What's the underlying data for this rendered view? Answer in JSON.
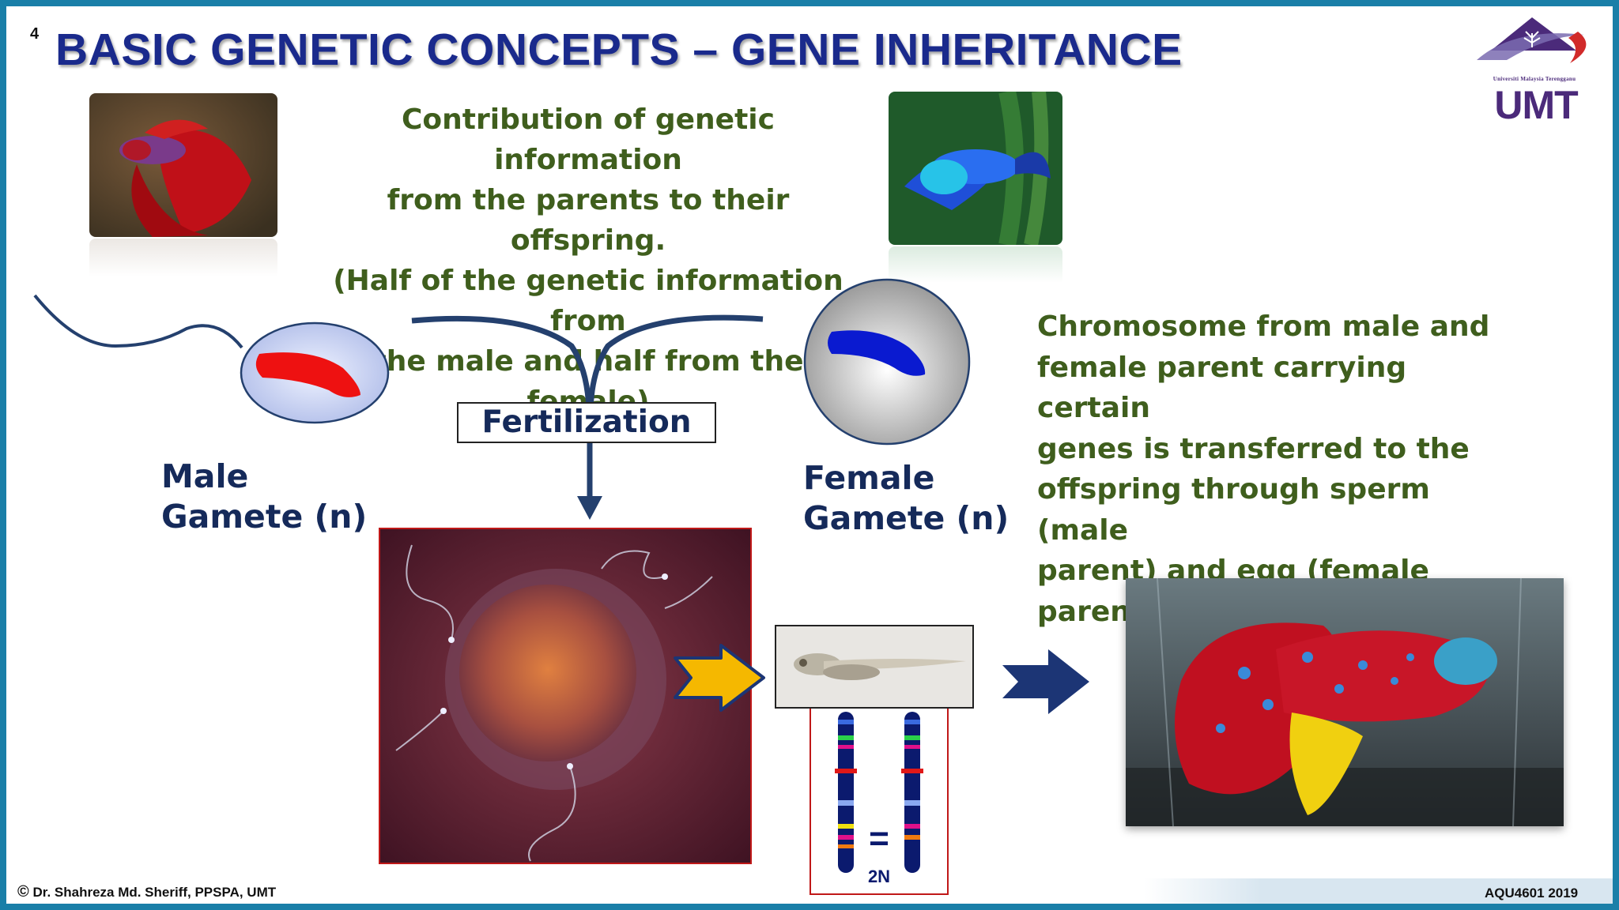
{
  "slide": {
    "number": "4",
    "title": "BASIC GENETIC CONCEPTS – GENE INHERITANCE"
  },
  "logo": {
    "university_name": "Universiti Malaysia Terengganu",
    "acronym": "UMT"
  },
  "intro": {
    "lines": [
      "Contribution of genetic information",
      "from the parents to their offspring.",
      "(Half of the genetic information from",
      "the male and half from the female)"
    ]
  },
  "chromosome_note": {
    "lines": [
      "Chromosome from male and",
      "female parent carrying certain",
      "genes is transferred to the",
      "offspring through sperm (male",
      "parent) and egg (female parent)"
    ]
  },
  "male_gamete": {
    "line1": "Male",
    "line2": "Gamete (n)"
  },
  "female_gamete": {
    "line1": "Female",
    "line2": "Gamete (n)"
  },
  "fertilization_label": "Fertilization",
  "karyotype": {
    "equals": "=",
    "ploidy": "2N"
  },
  "footer": {
    "credit": "Dr. Shahreza Md. Sheriff, PPSPA, UMT",
    "copyright_symbol": "©",
    "course": "AQU4601 2019"
  },
  "colors": {
    "title": "#1a2a8c",
    "green_text": "#3f5e1d",
    "navy_label": "#152a5a",
    "border": "#1a7fa8",
    "male_chromosome": "#ee1111",
    "female_chromosome": "#0a1ad0",
    "arrow_yellow": "#f5b800",
    "arrow_navy": "#1c3575"
  }
}
